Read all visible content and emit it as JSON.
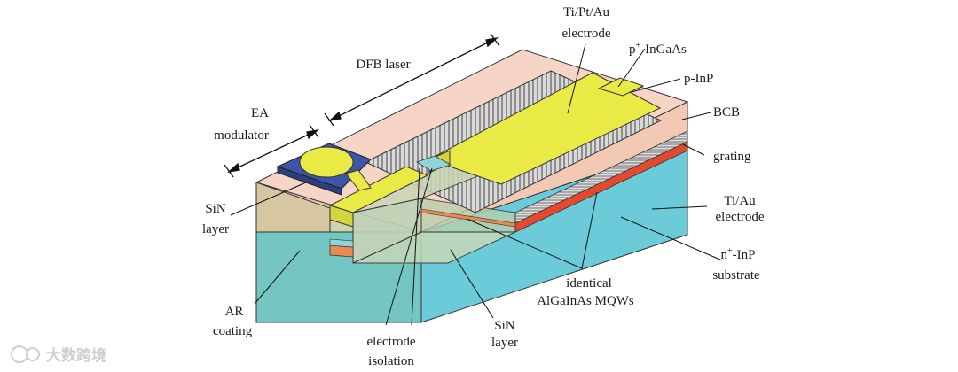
{
  "labels": {
    "ea_modulator_1": "EA",
    "ea_modulator_2": "modulator",
    "dfb_laser": "DFB laser",
    "electrode_tptau_1": "Ti/Pt/Au",
    "electrode_tptau_2": "electrode",
    "p_ingaas_prefix": "p",
    "p_ingaas_sup": "+",
    "p_ingaas_suffix": "-InGaAs",
    "p_inp": "p-InP",
    "bcb": "BCB",
    "grating": "grating",
    "tiau_1": "Ti/Au",
    "tiau_2": "electrode",
    "n_inp_prefix": "n",
    "n_inp_sup": "+",
    "n_inp_suffix": "-InP",
    "substrate": "substrate",
    "identical": "identical",
    "mqws": "AlGaInAs MQWs",
    "sin_left_1": "SiN",
    "sin_left_2": "layer",
    "ar_1": "AR",
    "ar_2": "coating",
    "iso_1": "electrode",
    "iso_2": "isolation",
    "sin_bottom_1": "SiN",
    "sin_bottom_2": "layer"
  },
  "watermark": "大数跨境",
  "colors": {
    "substrate_front": "#74c6c2",
    "substrate_side": "#6bcbd8",
    "bcb": "#f6d4c6",
    "electrode": "#eaea47",
    "ea_pad": "#3d55a8",
    "grating_line": "#7a7a7a",
    "red_layer": "#e2492f",
    "orange_layer": "#e98a4e",
    "sin": "#bfd3b6"
  }
}
